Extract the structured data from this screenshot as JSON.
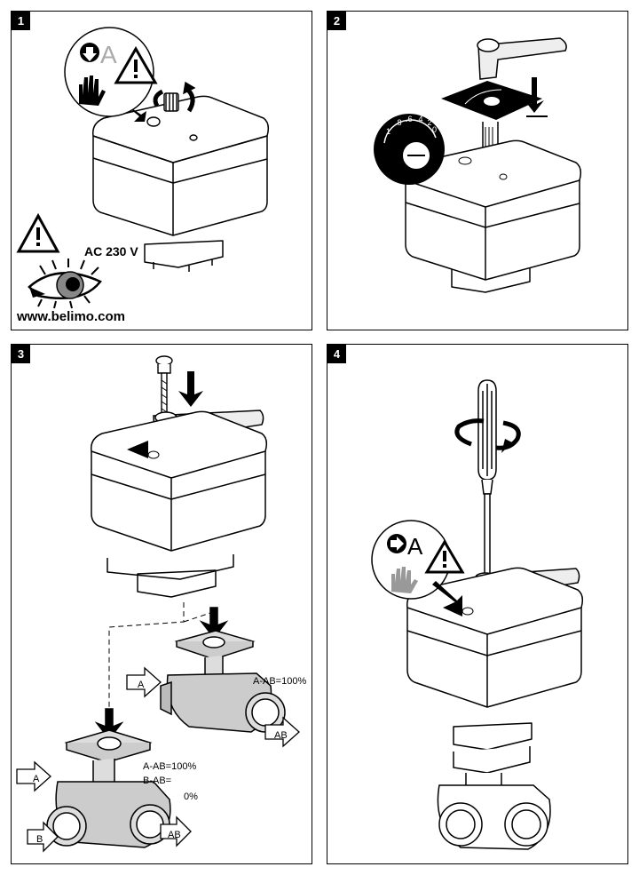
{
  "panels": [
    {
      "step": "1"
    },
    {
      "step": "2"
    },
    {
      "step": "3"
    },
    {
      "step": "4"
    }
  ],
  "panel1": {
    "voltage": "AC 230 V",
    "website": "www.belimo.com",
    "mode_letter": "A"
  },
  "panel2": {
    "scale_labels": [
      "1",
      ".8",
      ".6",
      ".4",
      ".2",
      "0"
    ]
  },
  "panel3": {
    "port_a": "A",
    "port_b": "B",
    "port_ab": "AB",
    "flow_2way": "A-AB=100%",
    "flow_3way_line1": "A-AB=100%",
    "flow_3way_line2": "B-AB=",
    "flow_3way_line2_value": "0%"
  },
  "panel4": {
    "mode_letter": "A"
  },
  "colors": {
    "line": "#000000",
    "paper": "#ffffff",
    "tint": "#e6e6e6",
    "valve": "#cfcfcf",
    "hand_grey": "#999999"
  }
}
